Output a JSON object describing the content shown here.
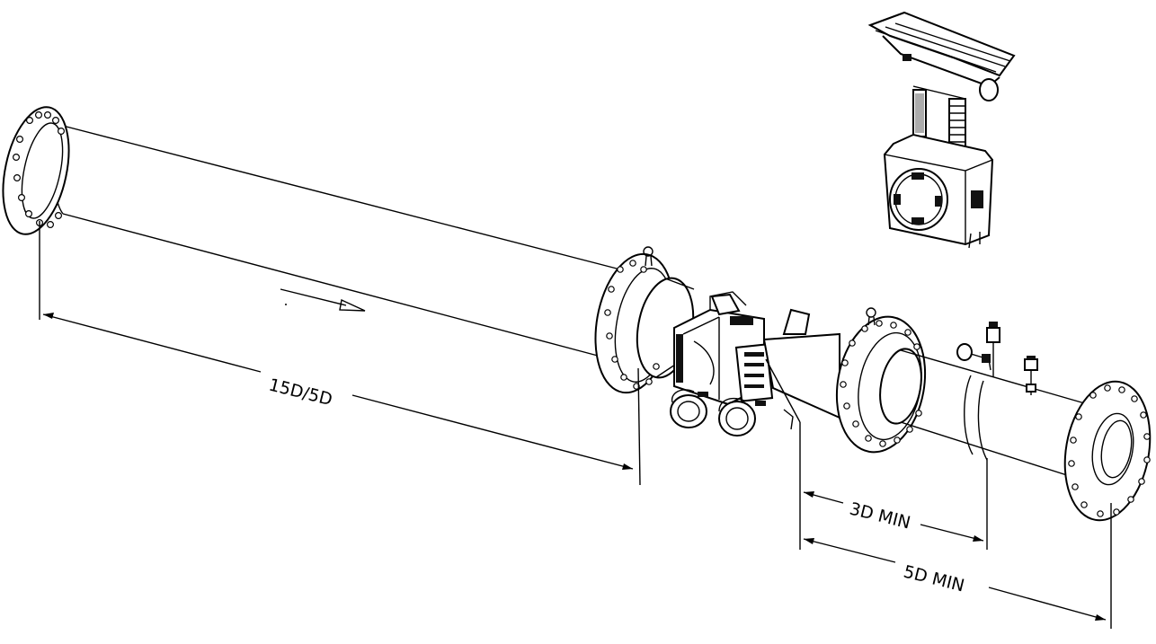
{
  "diagram": {
    "dimensions": {
      "upstream_run": "15D/5D",
      "downstream_first": "3D MIN",
      "downstream_total": "5D MIN"
    }
  }
}
